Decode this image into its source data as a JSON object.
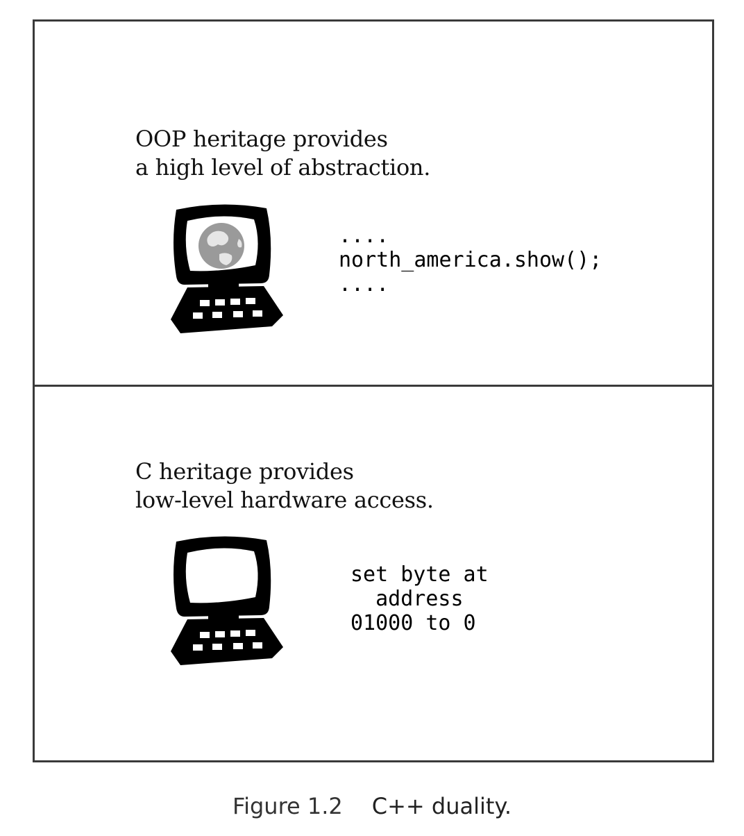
{
  "panels": {
    "oop": {
      "line1": "OOP heritage provides",
      "line2": "a high level of abstraction.",
      "code": [
        "....",
        "north_america.show();",
        "...."
      ],
      "screen_icon": "globe-icon"
    },
    "c": {
      "line1": "C heritage provides",
      "line2": "low-level hardware access.",
      "code": [
        "set byte at",
        "  address",
        "01000 to 0"
      ],
      "screen_icon": "blank-screen"
    }
  },
  "caption": {
    "number": "Figure 1.2",
    "title": "C++ duality."
  },
  "colors": {
    "border": "#3a3a3a",
    "globe": "#9a9a9a",
    "ink": "#000000"
  }
}
